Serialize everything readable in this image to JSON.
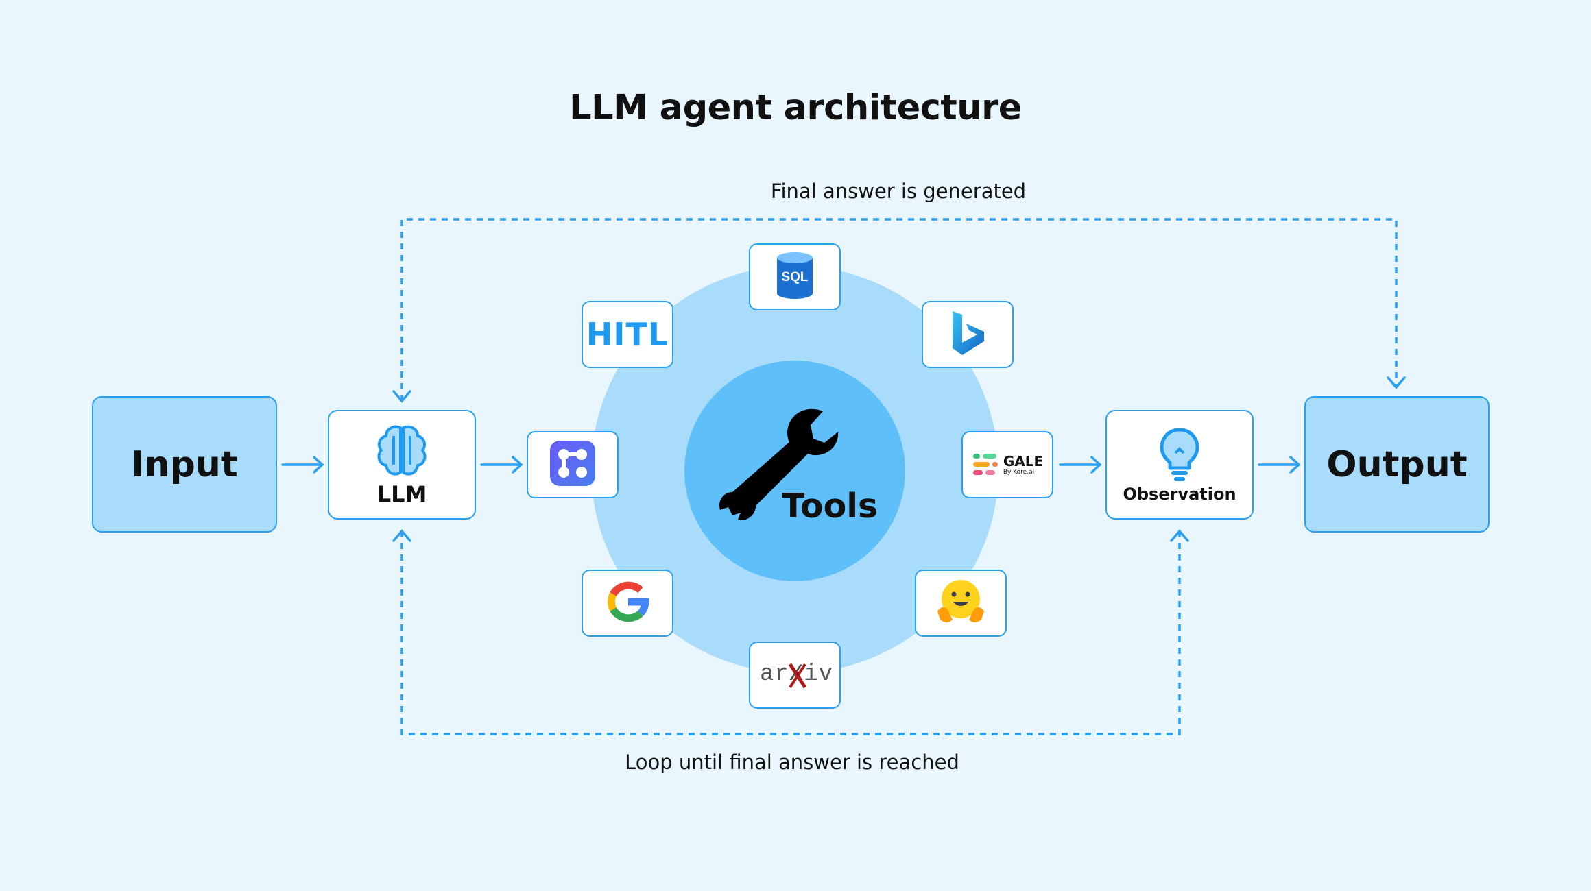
{
  "title": "LLM agent architecture",
  "top_loop_label": "Final answer is generated",
  "bottom_loop_label": "Loop until final answer is reached",
  "nodes": {
    "input": "Input",
    "llm": "LLM",
    "tools": "Tools",
    "observation": "Observation",
    "output": "Output"
  },
  "tools": [
    {
      "name": "SQL",
      "icon": "sql-database-icon",
      "text": "SQL"
    },
    {
      "name": "Bing",
      "icon": "bing-icon"
    },
    {
      "name": "GALE",
      "icon": "gale-icon",
      "text": "GALE",
      "subtext": "By Kore.ai"
    },
    {
      "name": "Hugging Face",
      "icon": "hugging-face-icon"
    },
    {
      "name": "arXiv",
      "icon": "arxiv-icon",
      "text": "arXiv"
    },
    {
      "name": "Google",
      "icon": "google-icon"
    },
    {
      "name": "Agent toolkit",
      "icon": "toolkit-icon"
    },
    {
      "name": "HITL",
      "icon": "hitl-icon",
      "text": "HITL"
    }
  ],
  "colors": {
    "background": "#eaf6fd",
    "accent": "#2b9ff0",
    "outer_circle": "#a9dcfb",
    "inner_circle": "#5ebff9",
    "box_fill": "#a9dcfb"
  }
}
